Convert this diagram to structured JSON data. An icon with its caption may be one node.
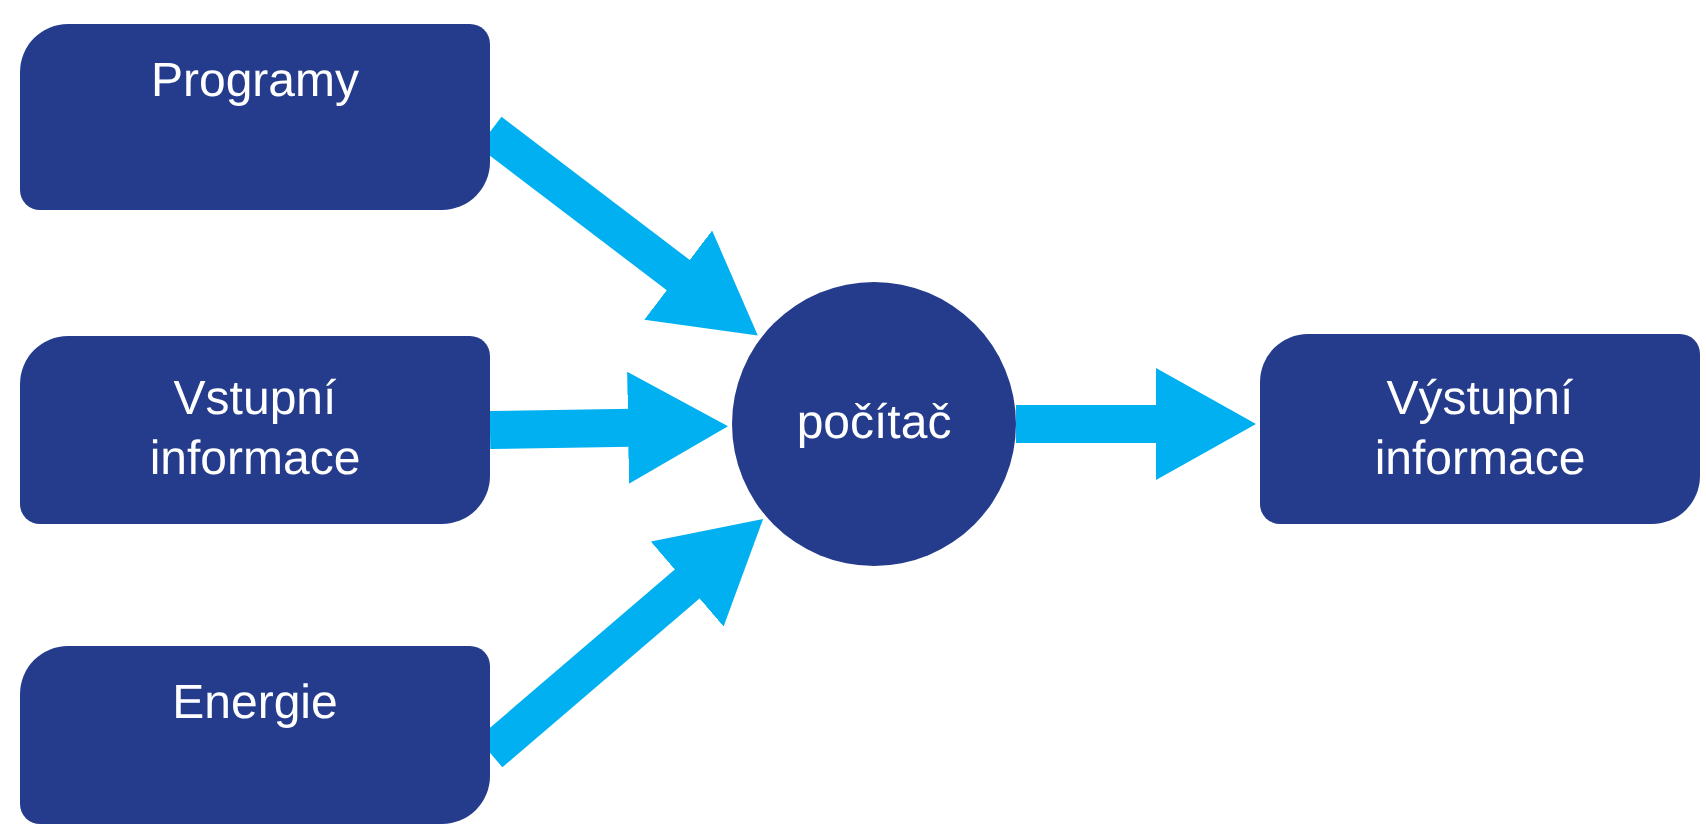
{
  "diagram": {
    "nodes": [
      {
        "text": [
          "Programy"
        ]
      },
      {
        "text": [
          "Vstupní informace"
        ]
      },
      {
        "text": [
          "Energie"
        ]
      },
      {
        "text": [
          "počítač"
        ]
      },
      {
        "text": [
          "Výstupní informace"
        ]
      }
    ],
    "edges": [
      {
        "from": 0,
        "to": 3,
        "arrow": "to"
      },
      {
        "from": 1,
        "to": 3,
        "arrow": "to"
      },
      {
        "from": 2,
        "to": 3,
        "arrow": "to"
      },
      {
        "from": 3,
        "to": 4,
        "arrow": "to"
      }
    ]
  }
}
